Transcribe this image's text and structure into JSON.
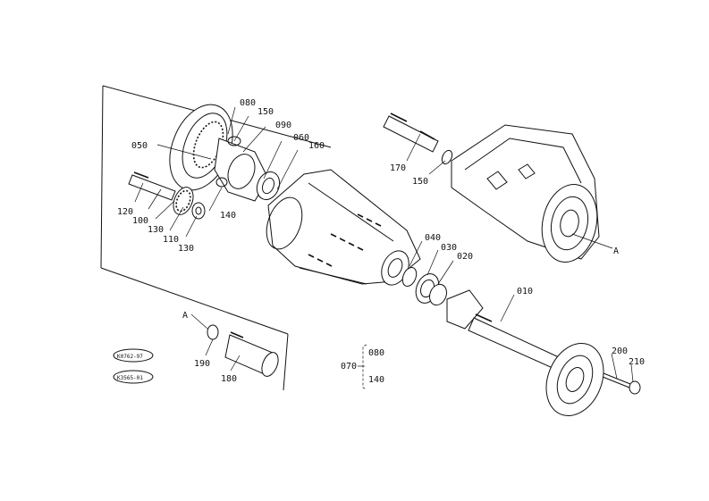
{
  "parts": {
    "p010": "010",
    "p020": "020",
    "p030": "030",
    "p040": "040",
    "p050": "050",
    "p060": "060",
    "p070": "070",
    "p080": "080",
    "p090": "090",
    "p100": "100",
    "p110": "110",
    "p120": "120",
    "p130a": "130",
    "p130b": "130",
    "p140": "140",
    "p150a": "150",
    "p150b": "150",
    "p160": "160",
    "p170": "170",
    "p180": "180",
    "p190": "190",
    "p200": "200",
    "p210": "210"
  },
  "group_070": {
    "label": "070",
    "items": [
      "080",
      "140"
    ]
  },
  "refs": {
    "a1": "A",
    "a2": "A"
  },
  "serials": {
    "s1": "K0762-97",
    "s2": "K3565-01"
  }
}
